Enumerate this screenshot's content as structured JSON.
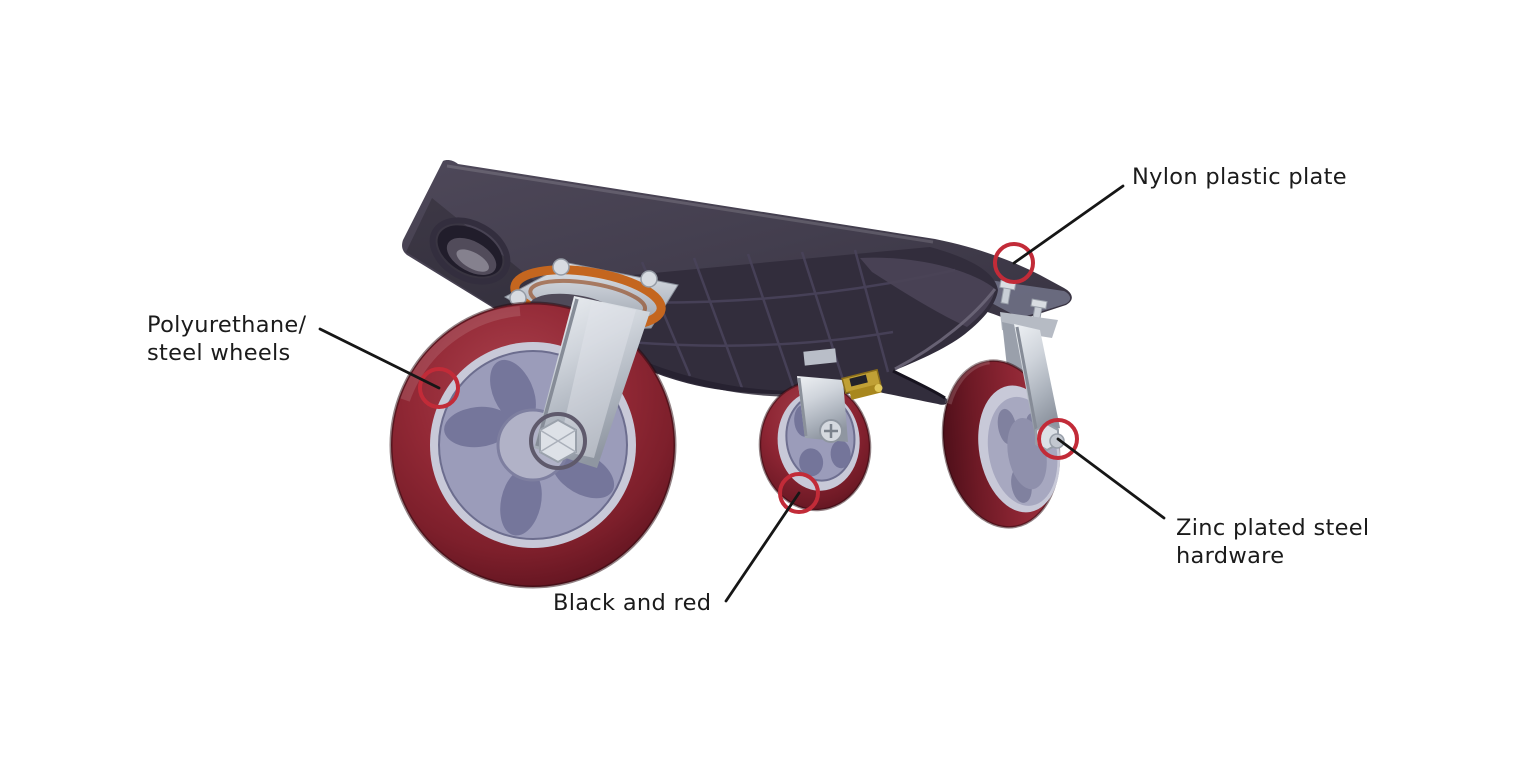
{
  "page": {
    "type": "annotated product diagram",
    "product": "Three-wheel moving dolly / corner mover with swivel casters",
    "background": "#ffffff"
  },
  "callouts": [
    {
      "id": "nylon-plate",
      "label": "Nylon plastic plate",
      "target": "top surface of plastic plate, right wing tip"
    },
    {
      "id": "polyurethane-wheels",
      "label": "Polyurethane/\nsteel wheels",
      "target": "tread of large front caster wheel"
    },
    {
      "id": "zinc-hardware",
      "label": "Zinc plated steel\nhardware",
      "target": "axle nut of right caster"
    },
    {
      "id": "black-and-red",
      "label": "Black and red",
      "target": "bottom edge of middle caster wheel"
    }
  ],
  "colors": {
    "background": "#ffffff",
    "label_text": "#1b1b1b",
    "annotation_ring": "#c22b38",
    "annotation_line": "#161616",
    "plate_plastic": "#433e4e",
    "plate_shadow": "#2c2835",
    "body_plastic": "#322d3c",
    "rib_line": "#49435a",
    "wheel_tread_red": "#8c2432",
    "hub_lavender": "#9b9cba",
    "hub_shadow": "#74759a",
    "sidewall_ring": "#c8c9d8",
    "zinc_metal": "#ccd1d9",
    "zinc_shadow": "#8e949e",
    "orange_seal": "#c4661f",
    "brass_fitting": "#c0a035"
  }
}
